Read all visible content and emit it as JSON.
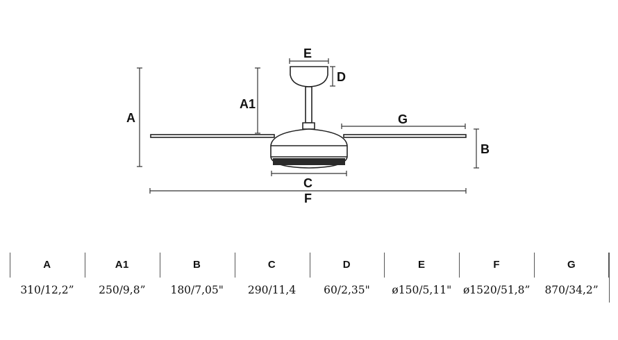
{
  "dimension_labels": {
    "A": "A",
    "A1": "A1",
    "B": "B",
    "C": "C",
    "D": "D",
    "E": "E",
    "F": "F",
    "G": "G"
  },
  "spec_table": [
    {
      "header": "A",
      "value": "310/12,2”"
    },
    {
      "header": "A1",
      "value": "250/9,8”"
    },
    {
      "header": "B",
      "value": "180/7,05\""
    },
    {
      "header": "C",
      "value": "290/11,4"
    },
    {
      "header": "D",
      "value": "60/2,35\""
    },
    {
      "header": "E",
      "value": "ø150/5,11\""
    },
    {
      "header": "F",
      "value": "ø1520/51,8”"
    },
    {
      "header": "G",
      "value": "870/34,2”"
    }
  ]
}
